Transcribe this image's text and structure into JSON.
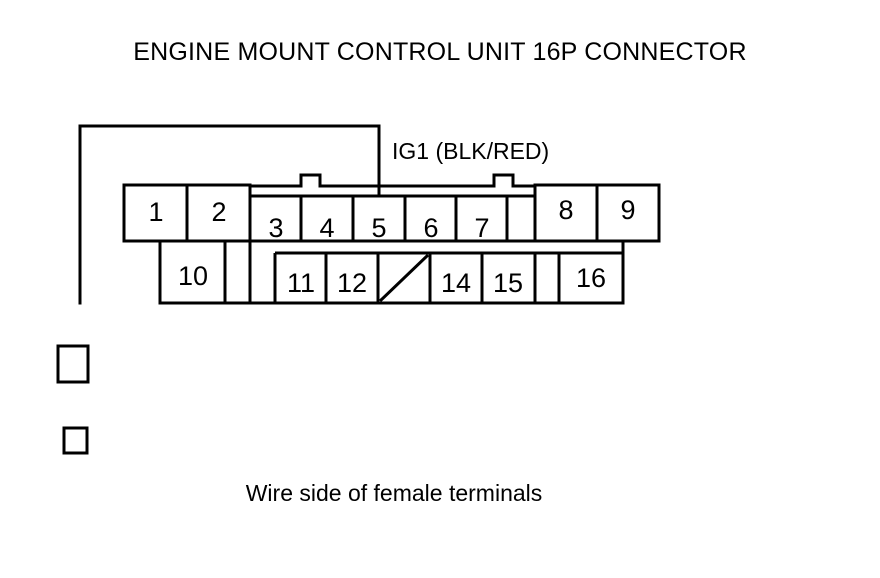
{
  "title": "ENGINE MOUNT CONTROL UNIT 16P CONNECTOR",
  "caption": "Wire side of female terminals",
  "wire_label": "IG1 (BLK/RED)",
  "connector": {
    "pin_count_label": "16P",
    "top_row": [
      {
        "id": "1",
        "label": "1"
      },
      {
        "id": "2",
        "label": "2"
      },
      {
        "id": "3",
        "label": "3"
      },
      {
        "id": "4",
        "label": "4"
      },
      {
        "id": "5",
        "label": "5"
      },
      {
        "id": "6",
        "label": "6"
      },
      {
        "id": "7",
        "label": "7"
      },
      {
        "id": "blank-top",
        "label": ""
      },
      {
        "id": "8",
        "label": "8"
      },
      {
        "id": "9",
        "label": "9"
      }
    ],
    "bottom_row": [
      {
        "id": "10",
        "label": "10"
      },
      {
        "id": "blank-b1",
        "label": ""
      },
      {
        "id": "blank-b2",
        "label": ""
      },
      {
        "id": "11",
        "label": "11"
      },
      {
        "id": "12",
        "label": "12"
      },
      {
        "id": "13",
        "label": ""
      },
      {
        "id": "14",
        "label": "14"
      },
      {
        "id": "15",
        "label": "15"
      },
      {
        "id": "blank-b3",
        "label": ""
      },
      {
        "id": "16",
        "label": "16"
      }
    ]
  },
  "colors": {
    "ink": "#000000",
    "paper": "#ffffff"
  }
}
